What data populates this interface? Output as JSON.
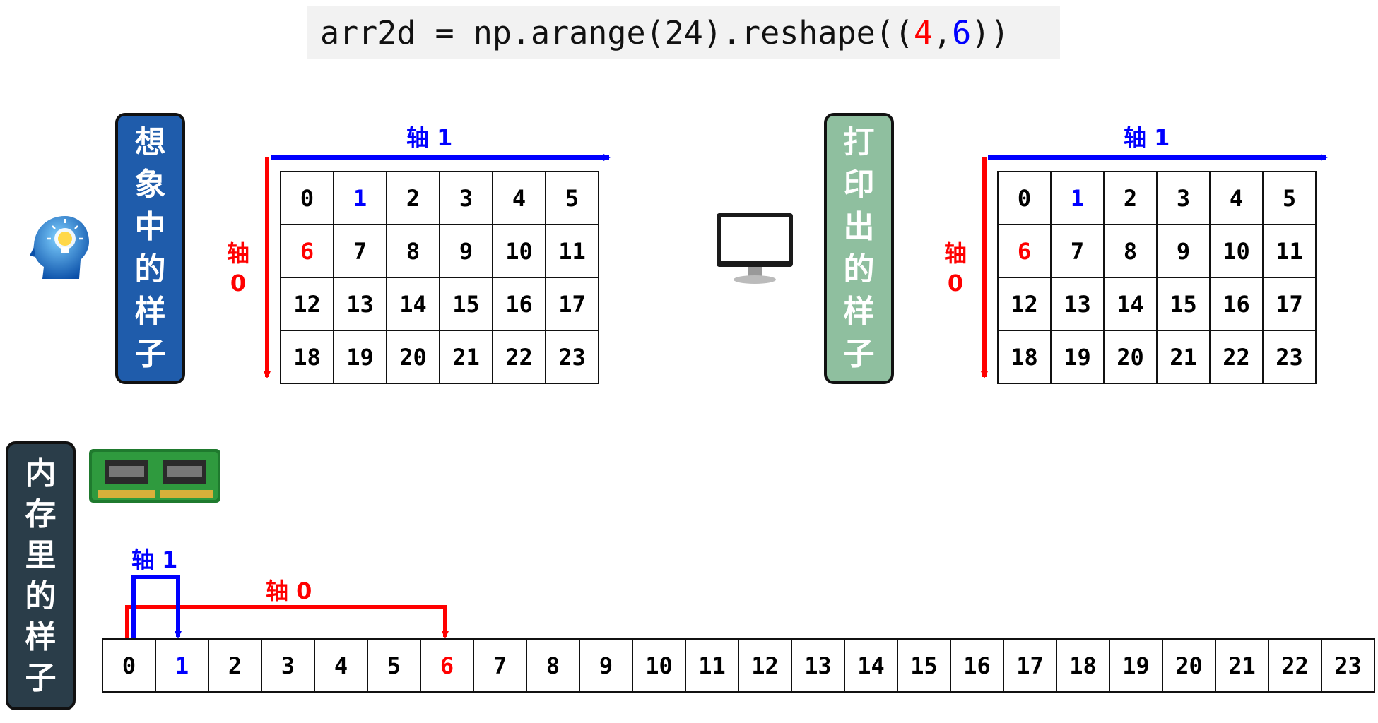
{
  "code": {
    "prefix": "arr2d = np.arange(24).reshape((",
    "rows": "4",
    "comma": ",",
    "cols": "6",
    "suffix": "))"
  },
  "labels": {
    "imagined": [
      "想",
      "象",
      "中",
      "的",
      "样",
      "子"
    ],
    "printed": [
      "打",
      "印",
      "出",
      "的",
      "样",
      "子"
    ],
    "memory": [
      "内",
      "存",
      "里",
      "的",
      "样",
      "子"
    ]
  },
  "axes": {
    "axis1": "轴 1",
    "axis0_top": "轴",
    "axis0_bottom": "0",
    "axis0_mem": "轴 0"
  },
  "matrix": [
    [
      "0",
      "1",
      "2",
      "3",
      "4",
      "5"
    ],
    [
      "6",
      "7",
      "8",
      "9",
      "10",
      "11"
    ],
    [
      "12",
      "13",
      "14",
      "15",
      "16",
      "17"
    ],
    [
      "18",
      "19",
      "20",
      "21",
      "22",
      "23"
    ]
  ],
  "memory_cells": [
    "0",
    "1",
    "2",
    "3",
    "4",
    "5",
    "6",
    "7",
    "8",
    "9",
    "10",
    "11",
    "12",
    "13",
    "14",
    "15",
    "16",
    "17",
    "18",
    "19",
    "20",
    "21",
    "22",
    "23"
  ],
  "icons": {
    "head": "head-with-lightbulb-icon",
    "monitor": "monitor-icon",
    "ram": "ram-module-icon"
  },
  "colors": {
    "axis0": "#ff0000",
    "axis1": "#0000ff",
    "imagined_bg": "#1f5cab",
    "printed_bg": "#8fbf9f",
    "memory_bg": "#2a3d49"
  }
}
